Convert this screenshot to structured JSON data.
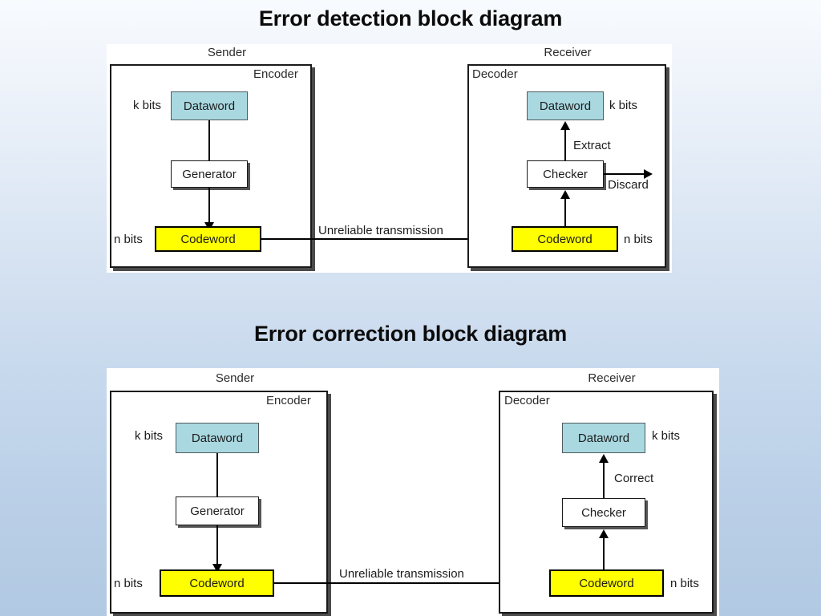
{
  "slide": {
    "titles": [
      "Error detection block diagram",
      "Error correction block diagram"
    ]
  },
  "colors": {
    "dataword_fill": "#a9d8e0",
    "codeword_fill": "#ffff00",
    "block_fill": "#ffffff",
    "line": "#000000",
    "panel_bg": "#ffffff",
    "background_top": "#f8fbfe",
    "background_bottom": "#b2c9e3"
  },
  "diagrams": [
    {
      "id": "error-detection",
      "title": "Error detection block diagram",
      "sender": {
        "band_label": "Sender",
        "corner_label": "Encoder",
        "blocks": {
          "dataword": "Dataword",
          "generator": "Generator",
          "codeword": "Codeword"
        },
        "annotations": {
          "k_bits": "k bits",
          "n_bits": "n bits"
        }
      },
      "channel": {
        "label": "Unreliable transmission"
      },
      "receiver": {
        "band_label": "Receiver",
        "corner_label": "Decoder",
        "blocks": {
          "dataword": "Dataword",
          "checker": "Checker",
          "codeword": "Codeword"
        },
        "annotations": {
          "k_bits": "k bits",
          "n_bits": "n bits",
          "extract": "Extract",
          "discard": "Discard"
        }
      }
    },
    {
      "id": "error-correction",
      "title": "Error correction block diagram",
      "sender": {
        "band_label": "Sender",
        "corner_label": "Encoder",
        "blocks": {
          "dataword": "Dataword",
          "generator": "Generator",
          "codeword": "Codeword"
        },
        "annotations": {
          "k_bits": "k bits",
          "n_bits": "n bits"
        }
      },
      "channel": {
        "label": "Unreliable transmission"
      },
      "receiver": {
        "band_label": "Receiver",
        "corner_label": "Decoder",
        "blocks": {
          "dataword": "Dataword",
          "checker": "Checker",
          "codeword": "Codeword"
        },
        "annotations": {
          "k_bits": "k bits",
          "n_bits": "n bits",
          "correct": "Correct"
        }
      }
    }
  ]
}
